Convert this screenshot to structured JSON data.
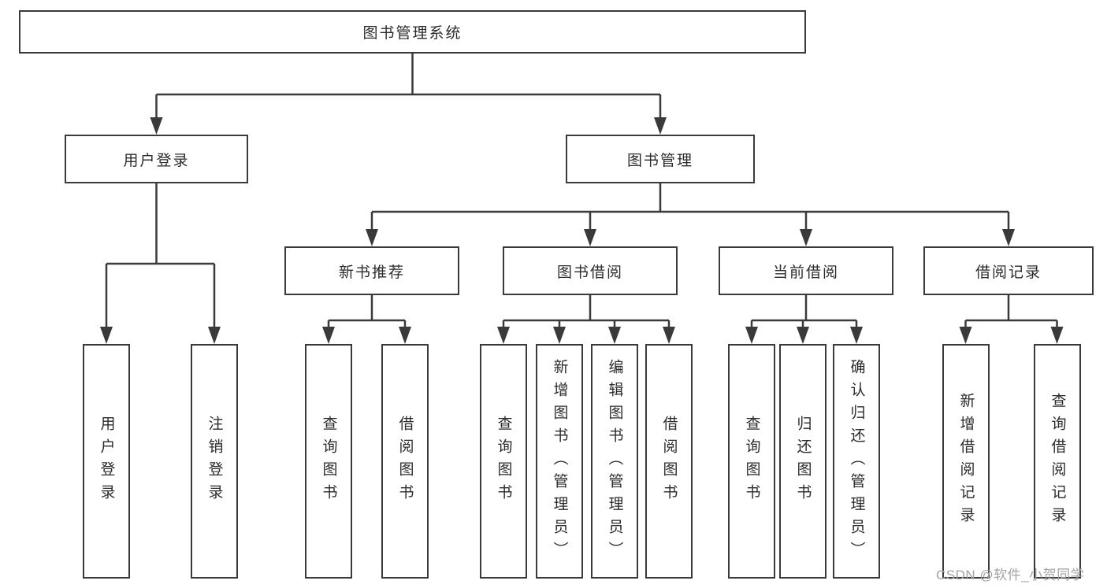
{
  "diagram": {
    "root": {
      "label": "图书管理系统"
    },
    "level2": [
      {
        "label": "用户登录"
      },
      {
        "label": "图书管理"
      }
    ],
    "level3": [
      {
        "label": "新书推荐"
      },
      {
        "label": "图书借阅"
      },
      {
        "label": "当前借阅"
      },
      {
        "label": "借阅记录"
      }
    ],
    "leaves": {
      "g1": [
        "用户登录",
        "注销登录"
      ],
      "g2": [
        "查询图书",
        "借阅图书"
      ],
      "g3": [
        "查询图书",
        "新增图书（管理员）",
        "编辑图书（管理员）",
        "借阅图书"
      ],
      "g4": [
        "查询图书",
        "归还图书",
        "确认归还（管理员）"
      ],
      "g5": [
        "新增借阅记录",
        "查询借阅记录"
      ]
    }
  },
  "watermark": {
    "text": "CSDN @软件_小贺同学"
  },
  "colors": {
    "line": "#3a3a3a",
    "box_border": "#3a3a3a",
    "text": "#2b2b2b",
    "watermark": "#a3a3a3",
    "background": "#ffffff"
  }
}
